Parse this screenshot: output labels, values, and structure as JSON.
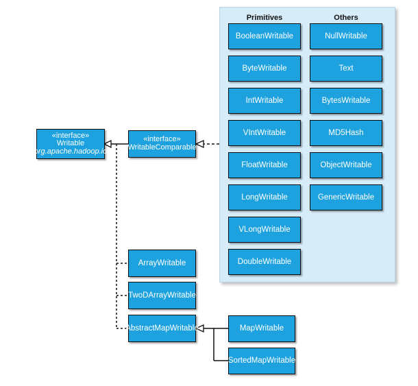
{
  "panel": {
    "primitives_heading": "Primitives",
    "others_heading": "Others"
  },
  "primitives": [
    "BooleanWritable",
    "ByteWritable",
    "IntWritable",
    "VIntWritable",
    "FloatWritable",
    "LongWritable",
    "VLongWritable",
    "DoubleWritable"
  ],
  "others": [
    "NullWritable",
    "Text",
    "BytesWritable",
    "MD5Hash",
    "ObjectWritable",
    "GenericWritable"
  ],
  "writable": {
    "stereotype": "«interface»",
    "name": "Writable",
    "package": "org.apache.hadoop.io"
  },
  "writable_comparable": {
    "stereotype": "«interface»",
    "name": "WritableComparable"
  },
  "array_writables": [
    "ArrayWritable",
    "TwoDArrayWritable",
    "AbstractMapWritable"
  ],
  "map_writables": [
    "MapWritable",
    "SortedMapWritable"
  ]
}
